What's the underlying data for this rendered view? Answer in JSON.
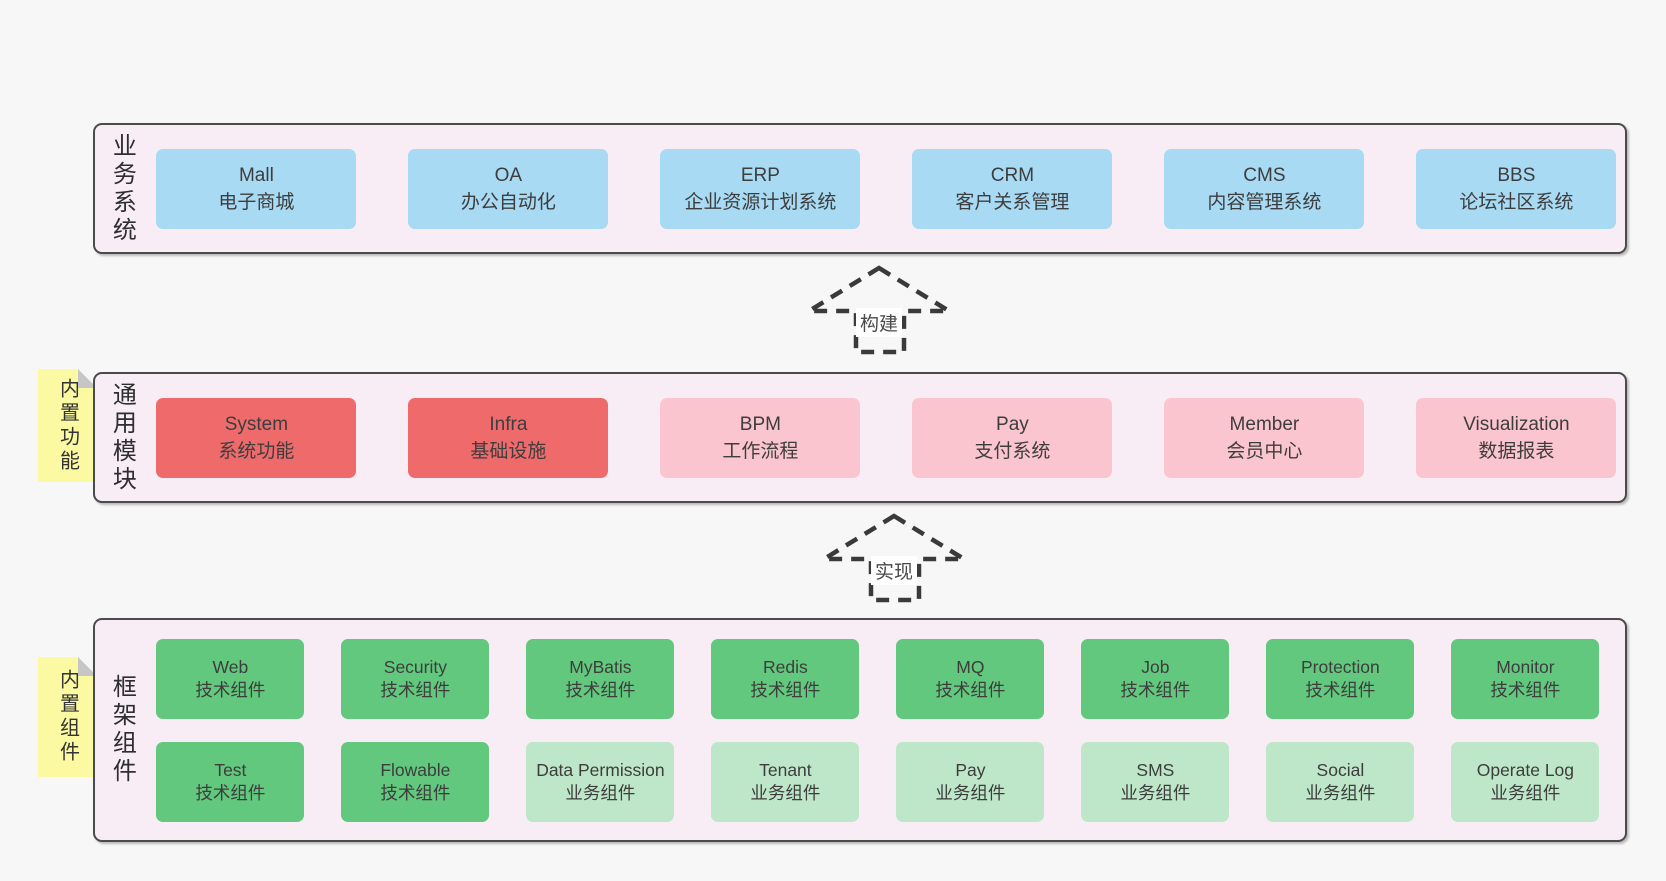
{
  "colors": {
    "page_bg": "#f7f7f7",
    "section_bg": "#f8edf5",
    "section_border": "#4b4b4b",
    "business_box": "#a8daf4",
    "module_strong": "#ef6b6b",
    "module_light": "#fac5cf",
    "framework_strong": "#62c87d",
    "framework_light": "#bde7c8",
    "sticky_bg": "#fbf9a1"
  },
  "arrows": [
    {
      "label": "构建"
    },
    {
      "label": "实现"
    }
  ],
  "sections": {
    "business": {
      "label": "业务系统",
      "boxes": [
        {
          "name": "Mall",
          "desc": "电子商城"
        },
        {
          "name": "OA",
          "desc": "办公自动化"
        },
        {
          "name": "ERP",
          "desc": "企业资源计划系统"
        },
        {
          "name": "CRM",
          "desc": "客户关系管理"
        },
        {
          "name": "CMS",
          "desc": "内容管理系统"
        },
        {
          "name": "BBS",
          "desc": "论坛社区系统"
        }
      ]
    },
    "modules": {
      "label": "通用模块",
      "sticky": "内置功能",
      "boxes": [
        {
          "name": "System",
          "desc": "系统功能"
        },
        {
          "name": "Infra",
          "desc": "基础设施"
        },
        {
          "name": "BPM",
          "desc": "工作流程"
        },
        {
          "name": "Pay",
          "desc": "支付系统"
        },
        {
          "name": "Member",
          "desc": "会员中心"
        },
        {
          "name": "Visualization",
          "desc": "数据报表"
        }
      ]
    },
    "framework": {
      "label": "框架组件",
      "sticky": "内置组件",
      "row1": [
        {
          "name": "Web",
          "desc": "技术组件"
        },
        {
          "name": "Security",
          "desc": "技术组件"
        },
        {
          "name": "MyBatis",
          "desc": "技术组件"
        },
        {
          "name": "Redis",
          "desc": "技术组件"
        },
        {
          "name": "MQ",
          "desc": "技术组件"
        },
        {
          "name": "Job",
          "desc": "技术组件"
        },
        {
          "name": "Protection",
          "desc": "技术组件"
        },
        {
          "name": "Monitor",
          "desc": "技术组件"
        }
      ],
      "row2": [
        {
          "name": "Test",
          "desc": "技术组件"
        },
        {
          "name": "Flowable",
          "desc": "技术组件"
        },
        {
          "name": "Data Permission",
          "desc": "业务组件"
        },
        {
          "name": "Tenant",
          "desc": "业务组件"
        },
        {
          "name": "Pay",
          "desc": "业务组件"
        },
        {
          "name": "SMS",
          "desc": "业务组件"
        },
        {
          "name": "Social",
          "desc": "业务组件"
        },
        {
          "name": "Operate Log",
          "desc": "业务组件"
        }
      ]
    }
  }
}
